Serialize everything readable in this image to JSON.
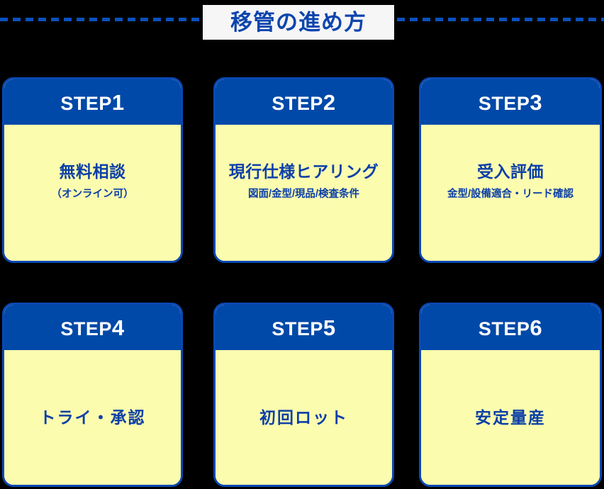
{
  "header": {
    "title": "移管の進め方",
    "dash_color": "#0a52bd",
    "title_box_bg": "#f6f6f6",
    "title_color": "#0c45ad"
  },
  "theme": {
    "background": "#000000",
    "card_header_bg": "#0049a8",
    "card_body_bg": "#fcfcaf",
    "card_border": "#0a48b4",
    "body_text": "#0b3fa8",
    "header_text": "#ffffff"
  },
  "steps": [
    {
      "label_prefix": "STEP",
      "number": "1",
      "title": "無料相談",
      "subtitle": "（オンライン可）"
    },
    {
      "label_prefix": "STEP",
      "number": "2",
      "title": "現行仕様ヒアリング",
      "subtitle": "図面/金型/現品/検査条件"
    },
    {
      "label_prefix": "STEP",
      "number": "3",
      "title": "受入評価",
      "subtitle": "金型/設備適合・リード確認"
    },
    {
      "label_prefix": "STEP",
      "number": "4",
      "title": "トライ・承認",
      "subtitle": ""
    },
    {
      "label_prefix": "STEP",
      "number": "5",
      "title": "初回ロット",
      "subtitle": ""
    },
    {
      "label_prefix": "STEP",
      "number": "6",
      "title": "安定量産",
      "subtitle": ""
    }
  ]
}
